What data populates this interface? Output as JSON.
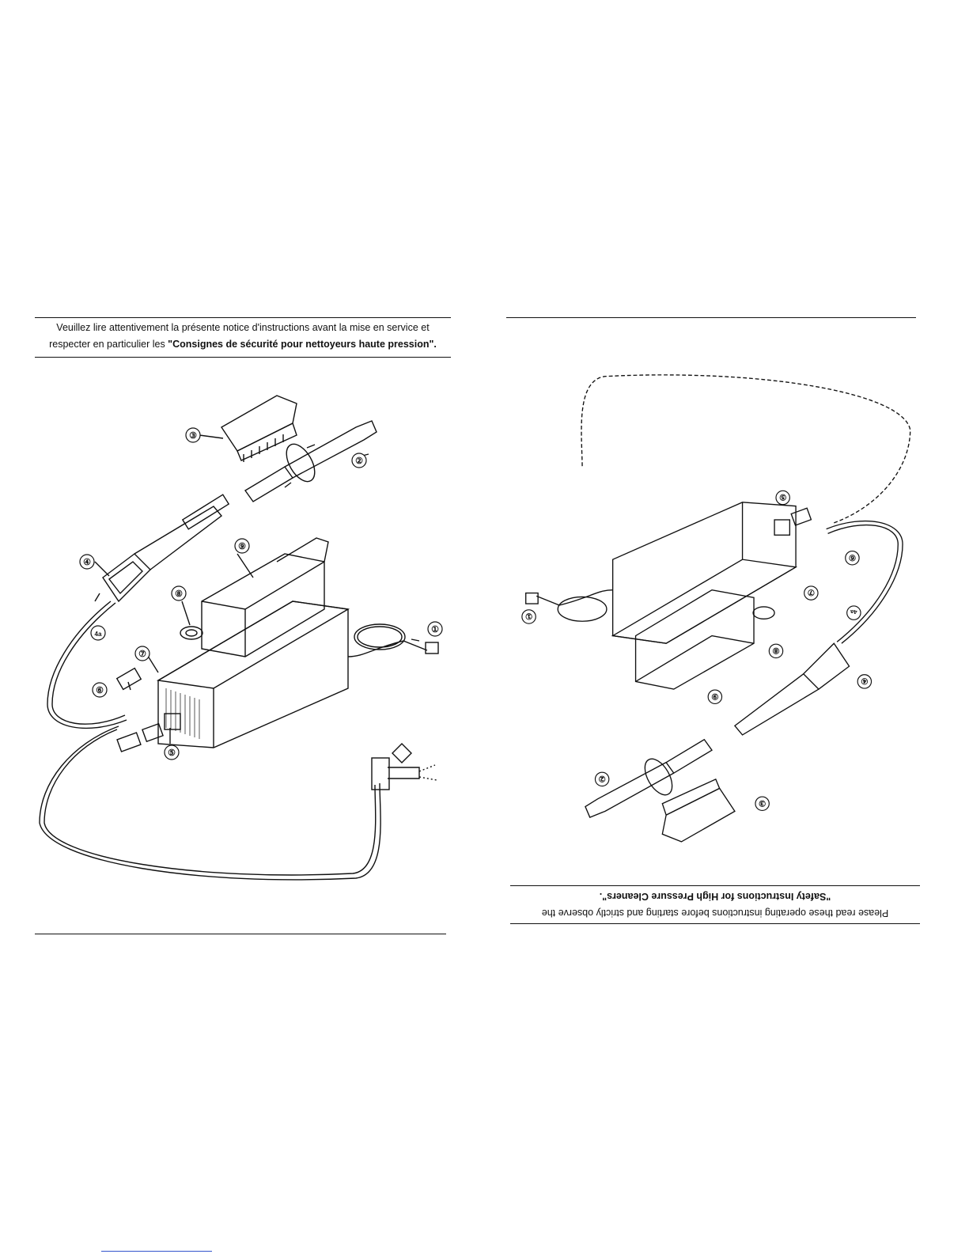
{
  "left_page": {
    "instruction_line1": "Veuillez lire attentivement la présente notice d'instructions avant la mise en service et",
    "instruction_line2_prefix": "respecter en particulier les ",
    "instruction_line2_bold": "\"Consignes de sécurité pour nettoyeurs haute pression\".",
    "callouts": [
      "①",
      "②",
      "③",
      "④",
      "4a",
      "⑤",
      "⑥",
      "⑦",
      "⑧",
      "⑨"
    ]
  },
  "right_page": {
    "instruction_line1": "Please read these operating instructions before starting and strictly observe the",
    "instruction_line2": "\"Safety Instructions for High Pressure Cleaners\".",
    "callouts": [
      "①",
      "②",
      "③",
      "④",
      "4a",
      "⑤",
      "⑥",
      "⑦",
      "⑧",
      "⑨"
    ]
  },
  "colors": {
    "ink": "#111111",
    "paper": "#ffffff",
    "link": "#3355cc"
  }
}
